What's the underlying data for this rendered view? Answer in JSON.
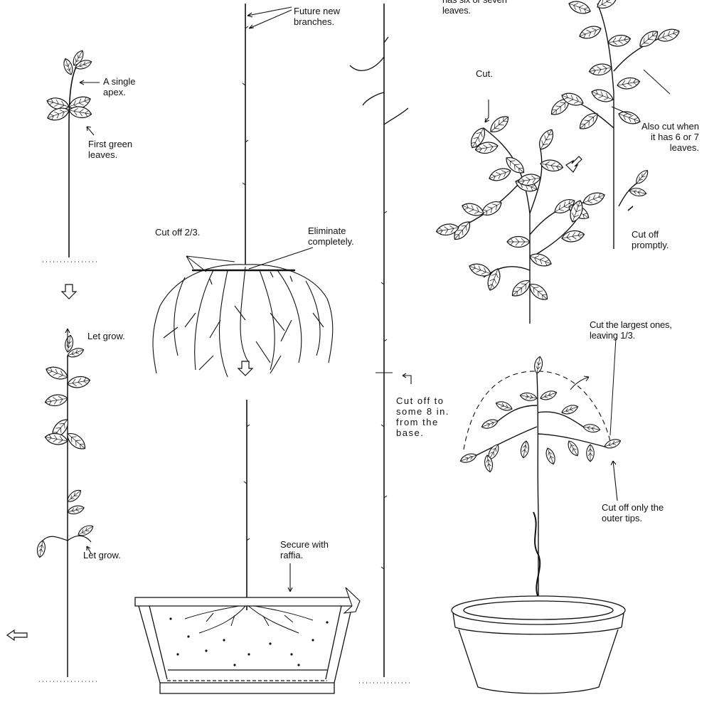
{
  "labels": {
    "top_partial": "has six or seven\nleaves.",
    "future_branches": "Future new\nbranches.",
    "single_apex": "A single\napex.",
    "first_leaves": "First green\nleaves.",
    "cut_short": "Cut.",
    "also_cut": "Also cut when\nit has 6 or 7\nleaves.",
    "cut_two_thirds": "Cut off 2/3.",
    "eliminate": "Eliminate\ncompletely.",
    "cut_promptly": "Cut off\npromptly.",
    "let_grow_top": "Let grow.",
    "cut_largest": "Cut the largest ones,\nleaving 1/3.",
    "cut_base": "Cut off to\nsome 8 in.\nfrom the\nbase.",
    "outer_tips": "Cut off only the\nouter tips.",
    "secure": "Secure with\nraffia.",
    "let_grow_bottom": "Let grow."
  }
}
